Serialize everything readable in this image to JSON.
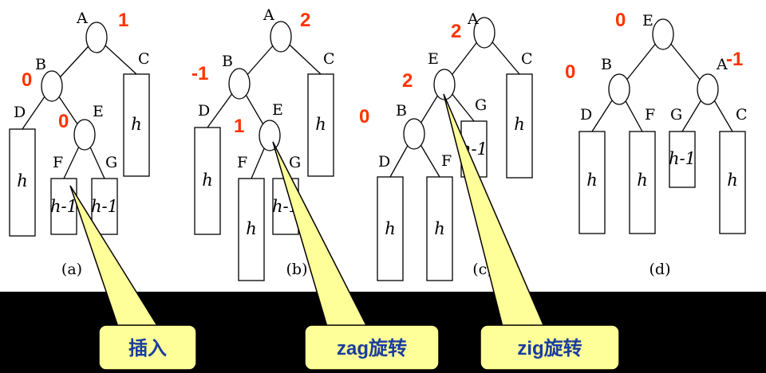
{
  "colors": {
    "balance_factor": "#ff3300",
    "callout_fill": "#ffff99",
    "callout_text": "#1a3c9e",
    "bottom_band": "#000000"
  },
  "trees": {
    "a": {
      "caption": "(a)",
      "labels": {
        "A": "A",
        "B": "B",
        "C": "C",
        "D": "D",
        "E": "E",
        "F": "F",
        "G": "G"
      },
      "subtrees": {
        "C": "h",
        "D": "h",
        "F": "h-1",
        "G": "h-1"
      },
      "balance": {
        "A": "1",
        "B": "0",
        "E": "0"
      }
    },
    "b": {
      "caption": "(b)",
      "labels": {
        "A": "A",
        "B": "B",
        "C": "C",
        "D": "D",
        "E": "E",
        "F": "F",
        "G": "G"
      },
      "subtrees": {
        "C": "h",
        "D": "h",
        "F": "h",
        "G": "h-1"
      },
      "balance": {
        "A": "2",
        "B": "-1",
        "E": "1"
      }
    },
    "c": {
      "caption": "(c)",
      "labels": {
        "A": "A",
        "B": "B",
        "C": "C",
        "D": "D",
        "E": "E",
        "F": "F",
        "G": "G"
      },
      "subtrees": {
        "C": "h",
        "D": "h",
        "F": "h",
        "G": "h-1"
      },
      "balance": {
        "A": "2",
        "E": "2",
        "B": "0"
      }
    },
    "d": {
      "caption": "(d)",
      "labels": {
        "A": "A",
        "B": "B",
        "C": "C",
        "D": "D",
        "E": "E",
        "F": "F",
        "G": "G"
      },
      "subtrees": {
        "D": "h",
        "F": "h",
        "G": "h-1",
        "C": "h"
      },
      "balance": {
        "E": "0",
        "B": "0",
        "A": "-1"
      }
    }
  },
  "callouts": {
    "insert": "插入",
    "zag": "zag旋转",
    "zig": "zig旋转"
  }
}
